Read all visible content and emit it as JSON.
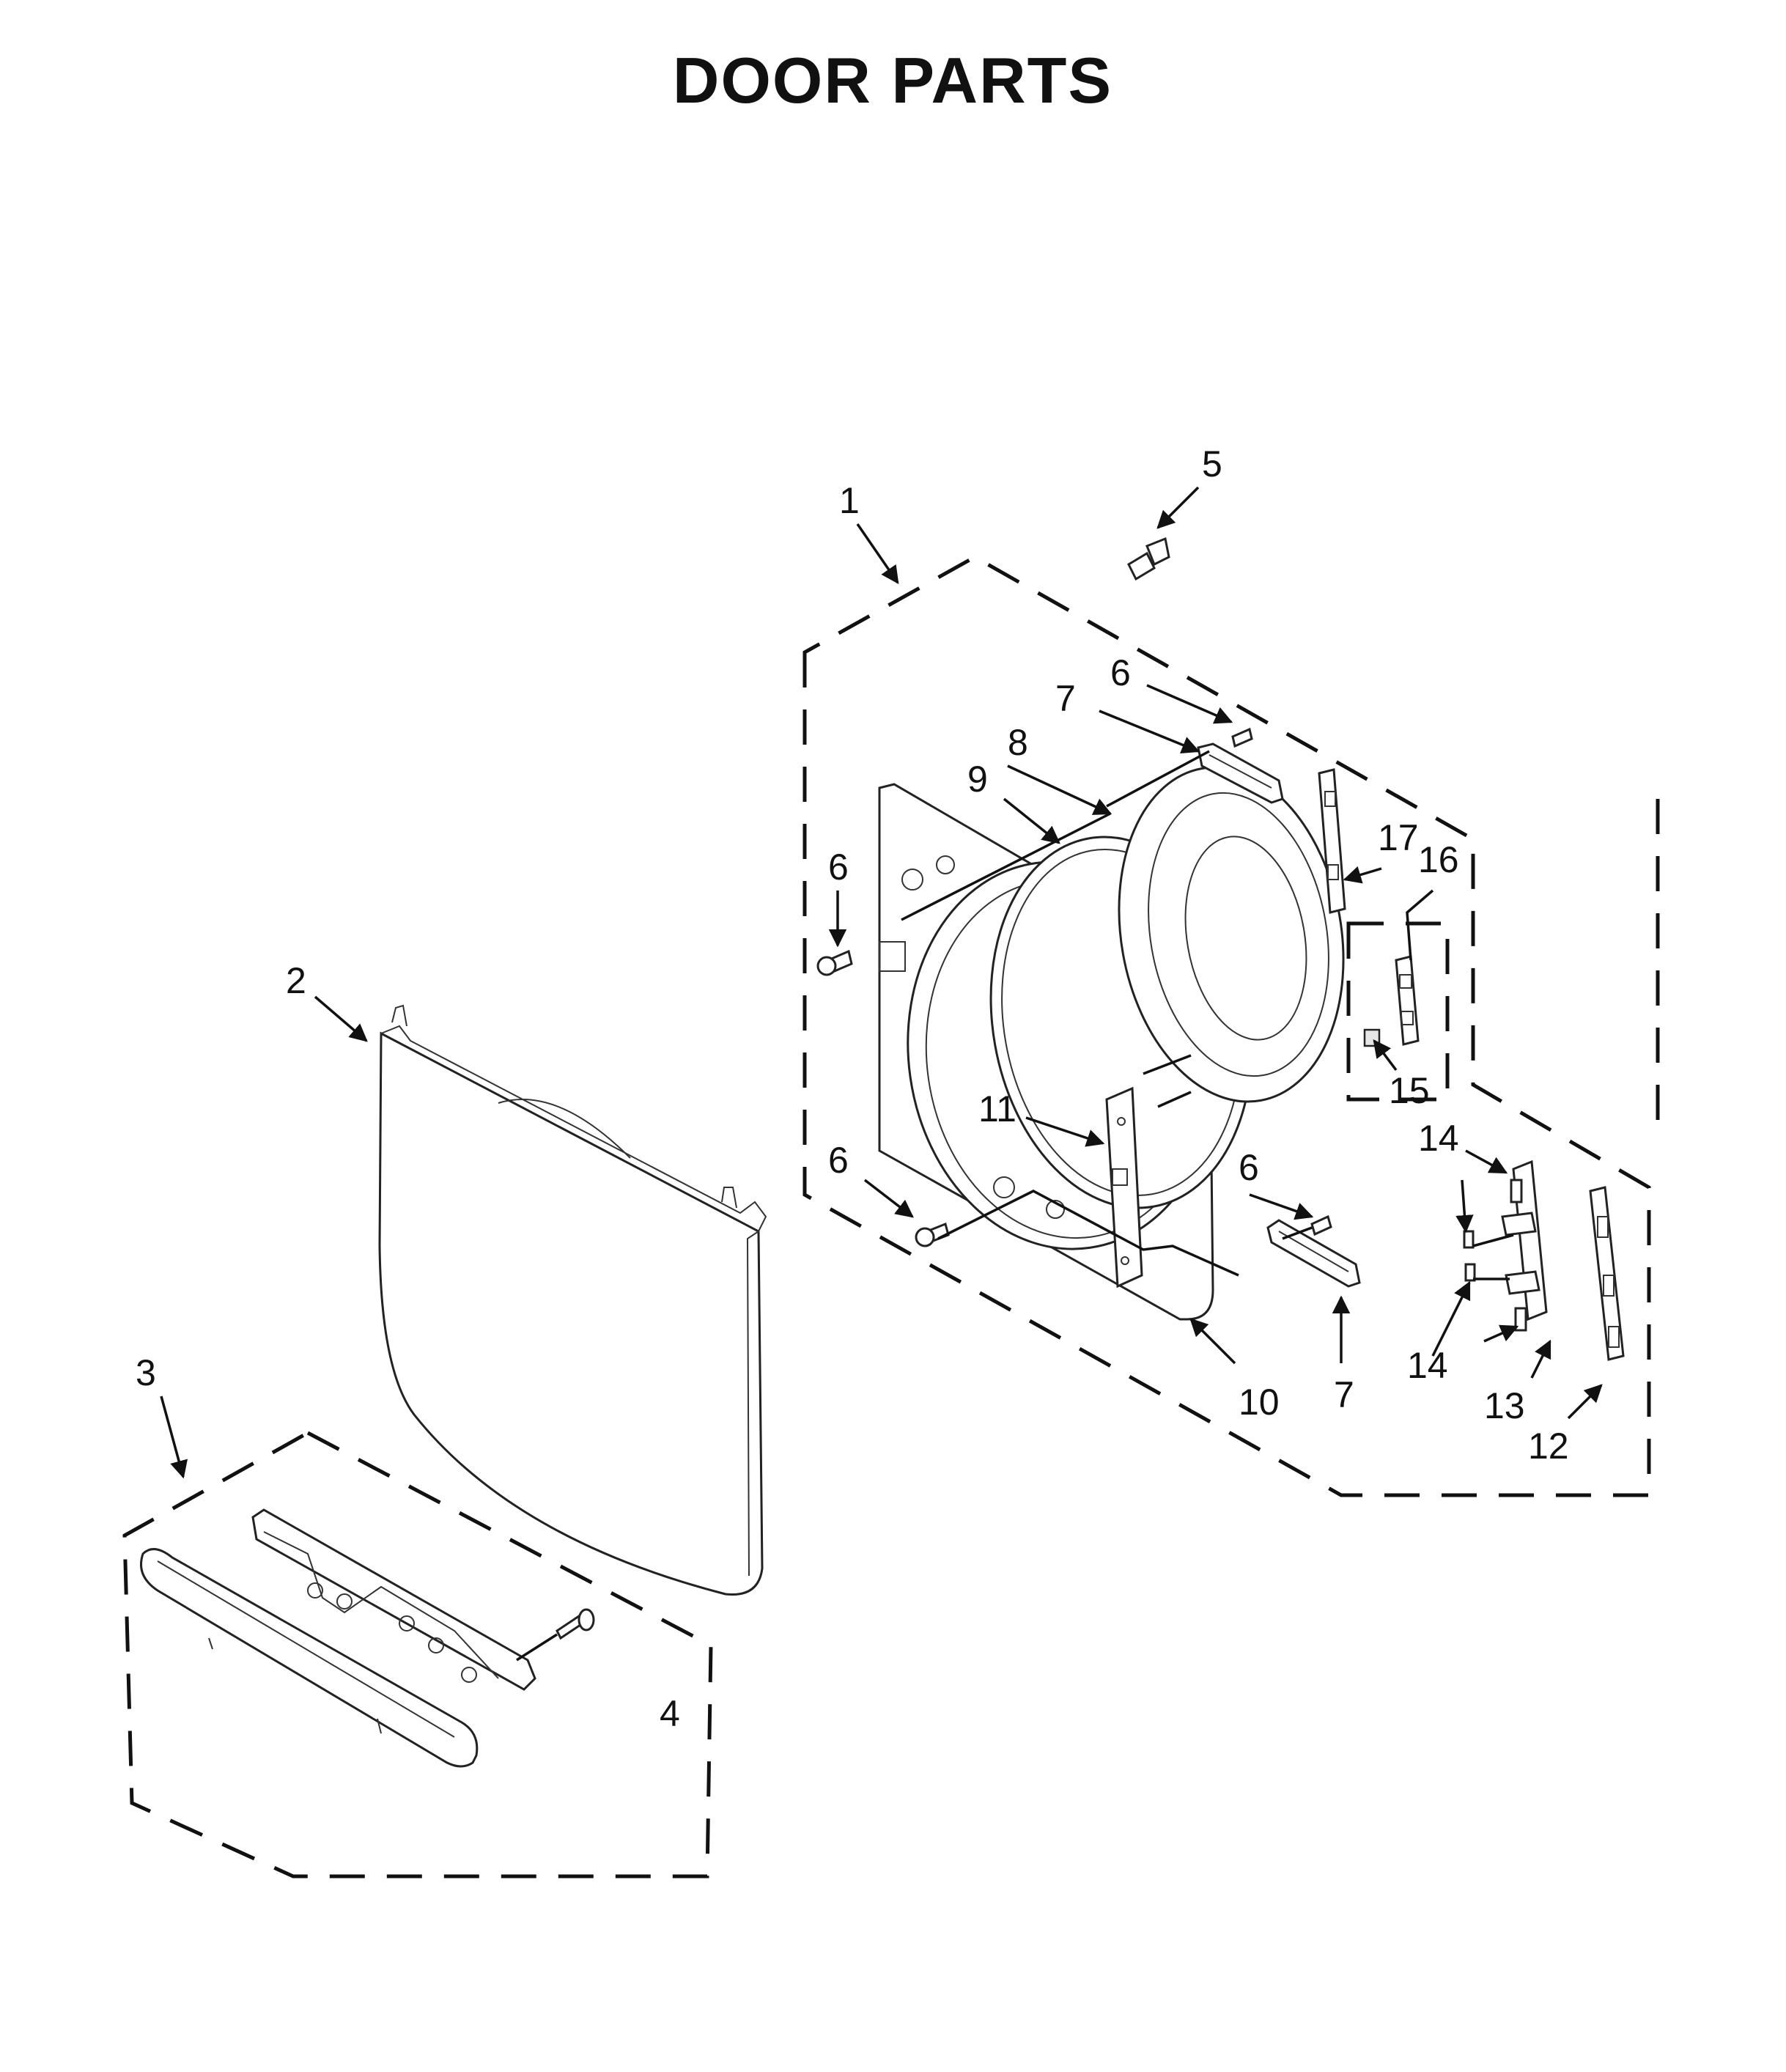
{
  "title": "DOOR PARTS",
  "callouts": {
    "c1": "1",
    "c2": "2",
    "c3": "3",
    "c4": "4",
    "c5": "5",
    "c6a": "6",
    "c6b": "6",
    "c6c": "6",
    "c6d": "6",
    "c7a": "7",
    "c7b": "7",
    "c8": "8",
    "c9": "9",
    "c10": "10",
    "c11": "11",
    "c12": "12",
    "c13": "13",
    "c14a": "14",
    "c14b": "14",
    "c15": "15",
    "c16": "16",
    "c17": "17"
  },
  "colors": {
    "ink": "#111111",
    "background": "#ffffff"
  }
}
